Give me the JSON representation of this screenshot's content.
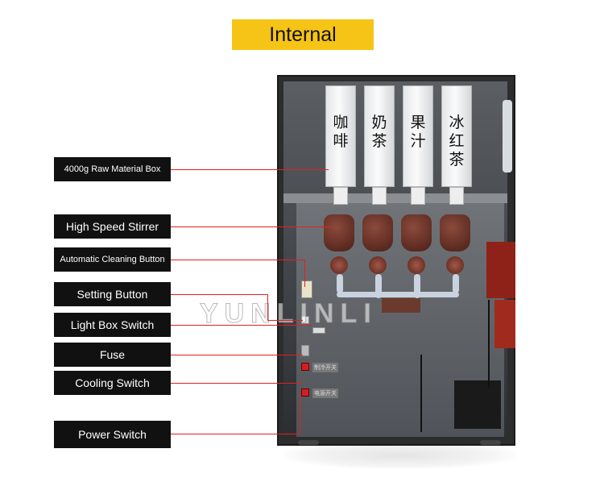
{
  "title": "Internal",
  "canisters": [
    {
      "line1": "咖",
      "line2": "啡",
      "line3": ""
    },
    {
      "line1": "奶",
      "line2": "茶",
      "line3": ""
    },
    {
      "line1": "果",
      "line2": "汁",
      "line3": ""
    },
    {
      "line1": "冰",
      "line2": "红",
      "line3": "茶"
    }
  ],
  "labels": {
    "raw_material_box": "4000g Raw Material Box",
    "high_speed_stirrer": "High Speed Stirrer",
    "automatic_cleaning_button": "Automatic Cleaning Button",
    "setting_button": "Setting Button",
    "light_box_switch": "Light Box Switch",
    "fuse": "Fuse",
    "cooling_switch": "Cooling Switch",
    "power_switch": "Power Switch"
  },
  "watermark": "YUNLINLI",
  "colors": {
    "title_bg": "#f6c416",
    "label_bg": "#111111",
    "leader": "#e02020",
    "mixer": "#5a2219"
  }
}
